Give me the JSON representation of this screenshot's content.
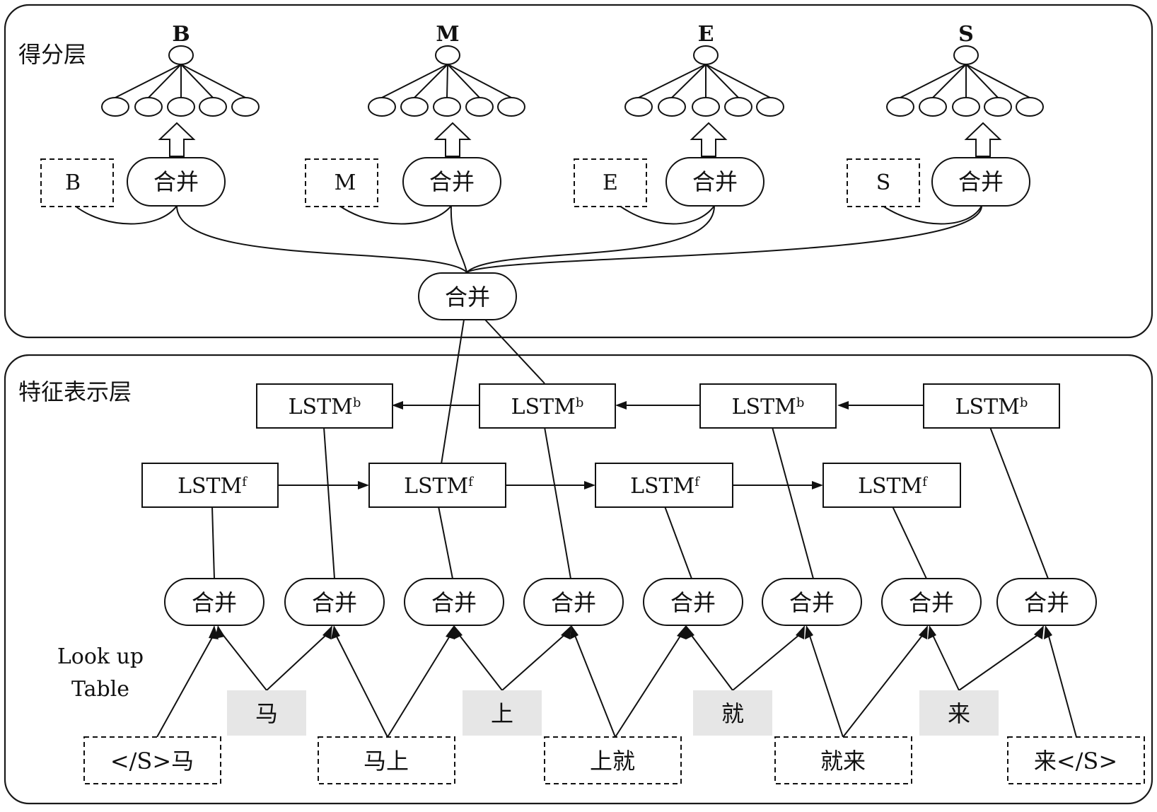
{
  "scoring_layer": {
    "label": "得分层",
    "groups": [
      {
        "tag": "B",
        "input_label": "B",
        "merge_label": "合并"
      },
      {
        "tag": "M",
        "input_label": "M",
        "merge_label": "合并"
      },
      {
        "tag": "E",
        "input_label": "E",
        "merge_label": "合并"
      },
      {
        "tag": "S",
        "input_label": "S",
        "merge_label": "合并"
      }
    ],
    "central_merge_label": "合并"
  },
  "feature_layer": {
    "label": "特征表示层",
    "lookup_label": [
      "Look up",
      "Table"
    ],
    "lstm_backward": [
      "LSTM",
      "LSTM",
      "LSTM",
      "LSTM"
    ],
    "lstm_backward_sup": "b",
    "lstm_forward": [
      "LSTM",
      "LSTM",
      "LSTM",
      "LSTM"
    ],
    "lstm_forward_sup": "f",
    "merge_nodes": [
      "合并",
      "合并",
      "合并",
      "合并",
      "合并",
      "合并",
      "合并",
      "合并"
    ],
    "chars": [
      "马",
      "上",
      "就",
      "来"
    ],
    "bigrams": [
      "</S>马",
      "马上",
      "上就",
      "就来",
      "来</S>"
    ]
  }
}
